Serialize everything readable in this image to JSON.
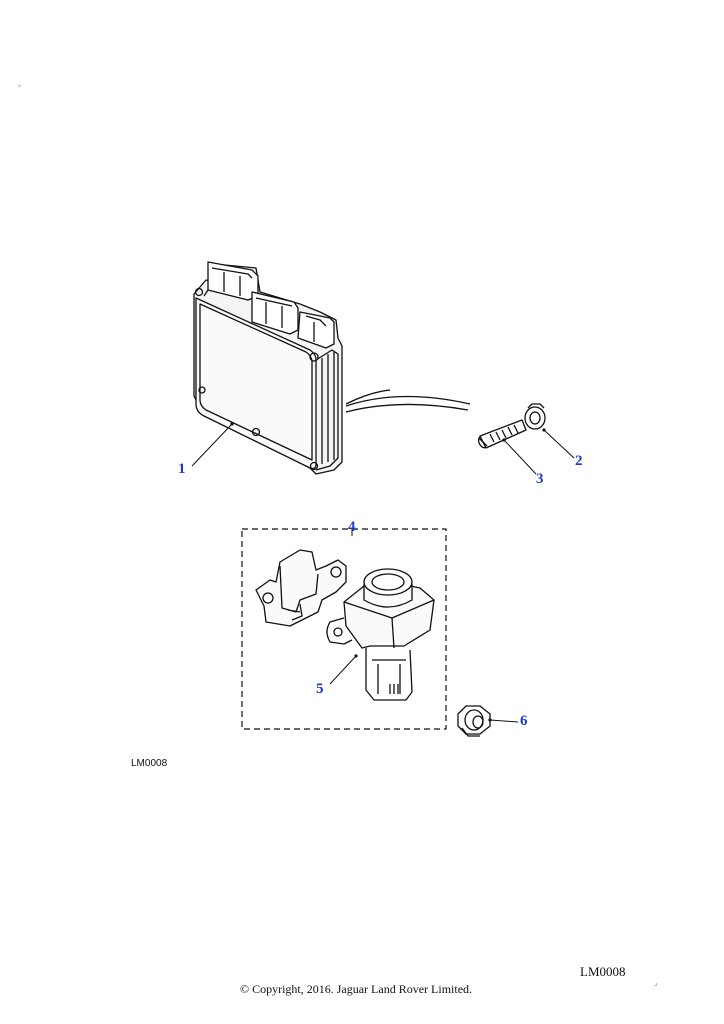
{
  "diagram": {
    "callouts": [
      {
        "id": "1",
        "label": "1"
      },
      {
        "id": "2",
        "label": "2"
      },
      {
        "id": "3",
        "label": "3"
      },
      {
        "id": "4",
        "label": "4"
      },
      {
        "id": "5",
        "label": "5"
      },
      {
        "id": "6",
        "label": "6"
      }
    ],
    "illustration_ref": "LM0008"
  },
  "footer": {
    "ref": "LM0008",
    "copyright": "© Copyright, 2016. Jaguar Land Rover Limited."
  },
  "colors": {
    "callout": "#1a3cc8",
    "line": "#111111",
    "panel": "#f4f4f4"
  }
}
